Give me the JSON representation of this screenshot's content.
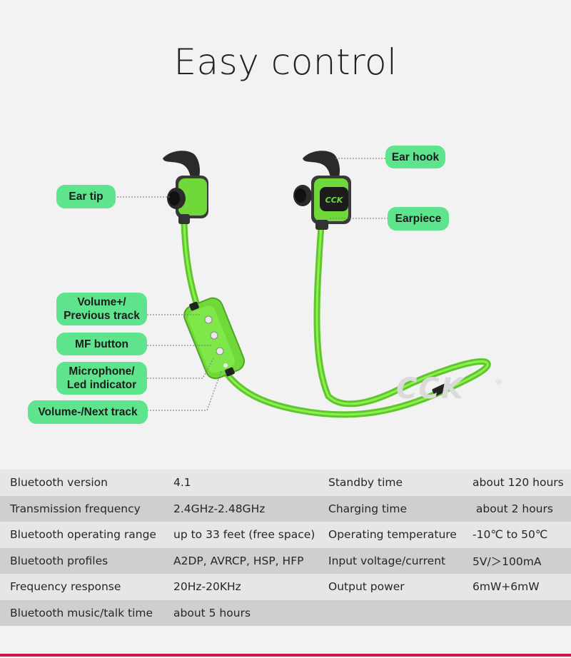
{
  "title": "Easy control",
  "labels": {
    "ear_tip": "Ear tip",
    "ear_hook": "Ear hook",
    "earpiece": "Earpiece",
    "volume_up_line1": "Volume+/",
    "volume_up_line2": "Previous track",
    "mf_button": "MF button",
    "microphone_line1": "Microphone/",
    "microphone_line2": "Led indicator",
    "volume_down": "Volume-/Next track"
  },
  "brand": {
    "earpiece_logo": "CCK",
    "watermark": "CCK",
    "registered": "®"
  },
  "colors": {
    "accent_green": "#5de48c",
    "cable_green": "#6fd93a",
    "footer_red": "#c9194a"
  },
  "specs": [
    [
      "Bluetooth version",
      "4.1",
      "Standby time",
      "about 120 hours"
    ],
    [
      "Transmission frequency",
      "2.4GHz-2.48GHz",
      "Charging time",
      " about 2 hours"
    ],
    [
      "Bluetooth operating range",
      "up to 33 feet (free space)",
      "Operating temperature",
      "-10℃ to 50℃"
    ],
    [
      "Bluetooth profiles",
      "A2DP, AVRCP, HSP, HFP",
      "Input voltage/current",
      "5V/＞100mA"
    ],
    [
      "Frequency response",
      "20Hz-20KHz",
      "Output power",
      "6mW+6mW"
    ],
    [
      "Bluetooth music/talk time",
      "about 5 hours",
      "",
      ""
    ]
  ]
}
